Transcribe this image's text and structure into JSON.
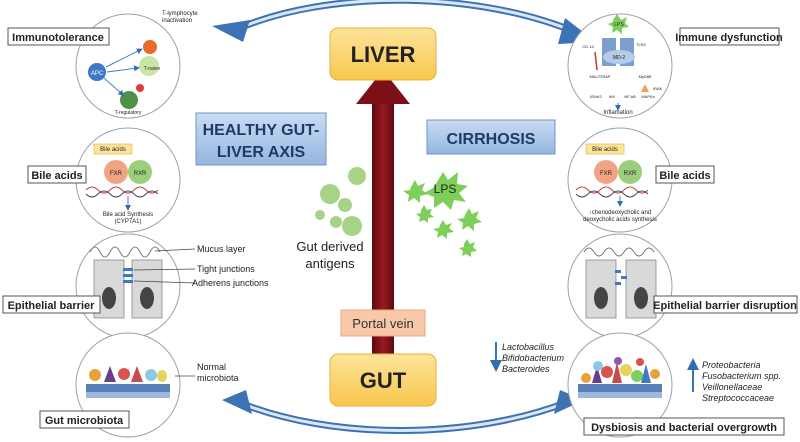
{
  "center": {
    "liver": "LIVER",
    "gut": "GUT",
    "portal_vein": "Portal vein",
    "healthy_title_1": "HEALTHY GUT-",
    "healthy_title_2": "LIVER AXIS",
    "cirrhosis_title": "CIRRHOSIS",
    "antigens_1": "Gut derived",
    "antigens_2": "antigens",
    "lps": "LPS"
  },
  "left": {
    "immunotolerance": {
      "title": "Immunotolerance",
      "apc": "APC",
      "t_naive": "T-naive",
      "t_regulatory": "T-regulatory",
      "t_lymph_1": "T-lymphocyte",
      "t_lymph_2": "inactivation"
    },
    "bile_acids": {
      "title": "Bile acids",
      "tag": "Bile acids",
      "fxr": "FXR",
      "rxr": "RXR",
      "synthesis_1": "Bile acid Synthesis",
      "synthesis_2": "(CYP7A1)"
    },
    "epithelial": {
      "title": "Epithelial barrier",
      "mucus": "Mucus layer",
      "tight": "Tight junctions",
      "adherens": "Adherens junctions"
    },
    "microbiota": {
      "title": "Gut microbiota",
      "normal_1": "Normal",
      "normal_2": "microbiota"
    }
  },
  "right": {
    "immune": {
      "title": "Immune dysfunction",
      "lps": "LPS",
      "md2": "MD-2",
      "cd14": "CD 14",
      "tlr4": "TLR4",
      "mal": "MAL/TIRAP",
      "myd88": "MyD88",
      "irak": "IRAK",
      "irak2": "IRAK2",
      "ikk": "IKK",
      "nfkb": "NF-kB",
      "mapk": "MAPKs",
      "inflammation": "Inflamation"
    },
    "bile_acids": {
      "title": "Bile acids",
      "tag": "Bile acids",
      "fxr": "FXR",
      "rxr": "RXR",
      "effect_1": "↓chenodeoxycholic and",
      "effect_2": "deoxycholic acids synthesis"
    },
    "epithelial": {
      "title": "Epithelial barrier disruption"
    },
    "dysbiosis": {
      "title": "Dysbiosis and bacterial overgrowth",
      "decreased": [
        "Lactobacillus",
        "Bifidobacterium",
        "Bacteroides"
      ],
      "increased": [
        "Proteobacteria",
        "Fusobacterium spp.",
        "Veillonellaceae",
        "Streptococcaceae"
      ]
    }
  },
  "colors": {
    "organ_box": "#fbd56a",
    "title_box": "#a9c6ea",
    "portal_box": "#f8c9a8",
    "arrow_red": "#7d0f17",
    "cycle_arrow": "#3c73b4",
    "antigen": "#a6d387"
  }
}
